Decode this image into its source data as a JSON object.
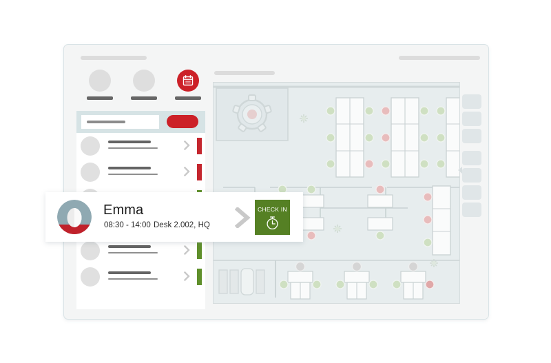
{
  "window": {
    "title_placeholder_left": "",
    "title_placeholder_right": ""
  },
  "sidebar": {
    "nav_items": [
      {
        "name": "nav-item-1",
        "icon": "circle-placeholder-icon",
        "active": false
      },
      {
        "name": "nav-item-2",
        "icon": "circle-placeholder-icon",
        "active": false
      },
      {
        "name": "nav-item-calendar",
        "icon": "calendar-icon",
        "active": true
      }
    ],
    "search": {
      "placeholder": "",
      "value": "",
      "action_label": ""
    },
    "list_rows": [
      {
        "status": "occupied",
        "status_color": "#c4262e"
      },
      {
        "status": "occupied",
        "status_color": "#c4262e"
      },
      {
        "status": "available",
        "status_color": "#5f8f2b"
      },
      {
        "status": "available",
        "status_color": "#5f8f2b"
      },
      {
        "status": "available",
        "status_color": "#5f8f2b"
      },
      {
        "status": "available",
        "status_color": "#5f8f2b"
      }
    ]
  },
  "floorplan": {
    "title_placeholder": "",
    "tool_rail_blocks": 7
  },
  "detail_card": {
    "avatar": "user-avatar-icon",
    "name": "Emma",
    "time": "08:30 - 14:00",
    "desk": "Desk 2.002, HQ",
    "chevron": "chevron-right-icon",
    "checkin_label": "CHECK IN",
    "checkin_icon": "stopwatch-icon"
  },
  "colors": {
    "accent_red": "#cc2128",
    "status_red": "#c4262e",
    "status_green": "#5f8f2b",
    "checkin_green": "#558024",
    "panel_bg": "#f4f5f5",
    "floor_bg": "#e7edee",
    "search_strip": "#d6e3e5"
  }
}
